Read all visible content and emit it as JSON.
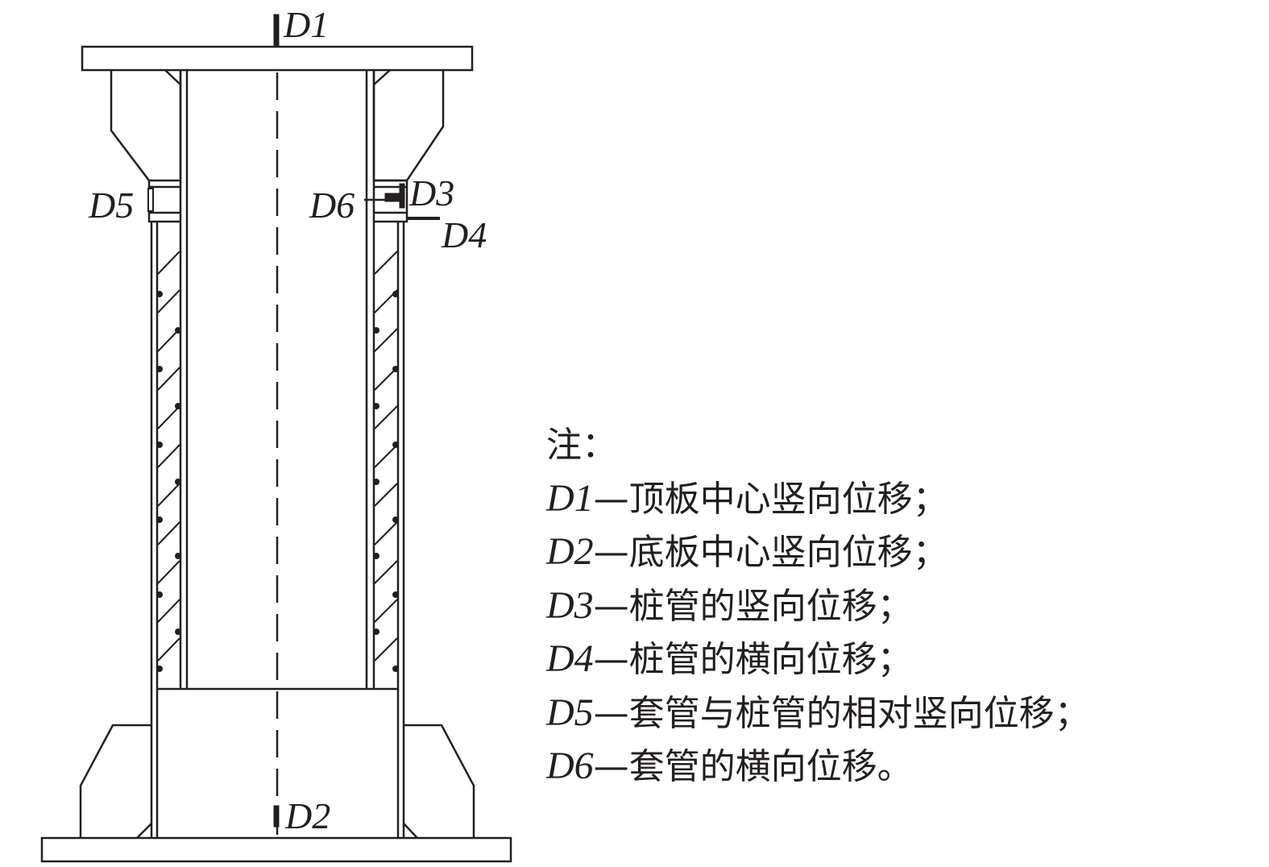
{
  "labels": {
    "d1": "D1",
    "d2": "D2",
    "d3": "D3",
    "d4": "D4",
    "d5": "D5",
    "d6": "D6"
  },
  "legend": {
    "title": "注：",
    "items": [
      {
        "key": "D1",
        "sep": "—",
        "text": "顶板中心竖向位移；"
      },
      {
        "key": "D2",
        "sep": "—",
        "text": "底板中心竖向位移；"
      },
      {
        "key": "D3",
        "sep": "—",
        "text": "桩管的竖向位移；"
      },
      {
        "key": "D4",
        "sep": "—",
        "text": "桩管的横向位移；"
      },
      {
        "key": "D5",
        "sep": "—",
        "text": "套管与桩管的相对竖向位移；"
      },
      {
        "key": "D6",
        "sep": "—",
        "text": "套管的横向位移。"
      }
    ]
  },
  "colors": {
    "ink": "#231f20",
    "background": "#ffffff"
  }
}
